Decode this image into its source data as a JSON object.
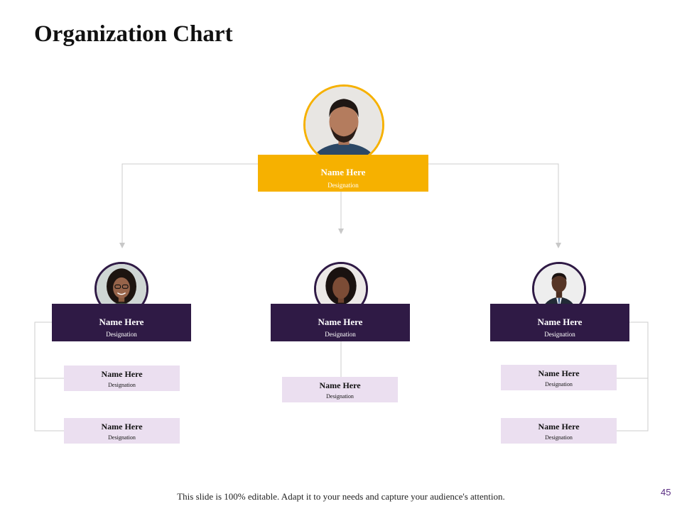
{
  "slide": {
    "title": "Organization Chart",
    "footer": "This slide is 100% editable. Adapt it to your needs and capture your audience's attention.",
    "page_number": "45"
  },
  "colors": {
    "accent_yellow": "#f6b100",
    "dark_purple": "#2f1a45",
    "light_lavender": "#ebdff0",
    "connector_gray": "#cccccc"
  },
  "org": {
    "top": {
      "name": "Name Here",
      "designation": "Designation"
    },
    "left": {
      "name": "Name Here",
      "designation": "Designation",
      "reports": [
        {
          "name": "Name Here",
          "designation": "Designation"
        },
        {
          "name": "Name Here",
          "designation": "Designation"
        }
      ]
    },
    "center": {
      "name": "Name Here",
      "designation": "Designation",
      "reports": [
        {
          "name": "Name Here",
          "designation": "Designation"
        }
      ]
    },
    "right": {
      "name": "Name Here",
      "designation": "Designation",
      "reports": [
        {
          "name": "Name Here",
          "designation": "Designation"
        },
        {
          "name": "Name Here",
          "designation": "Designation"
        }
      ]
    }
  }
}
